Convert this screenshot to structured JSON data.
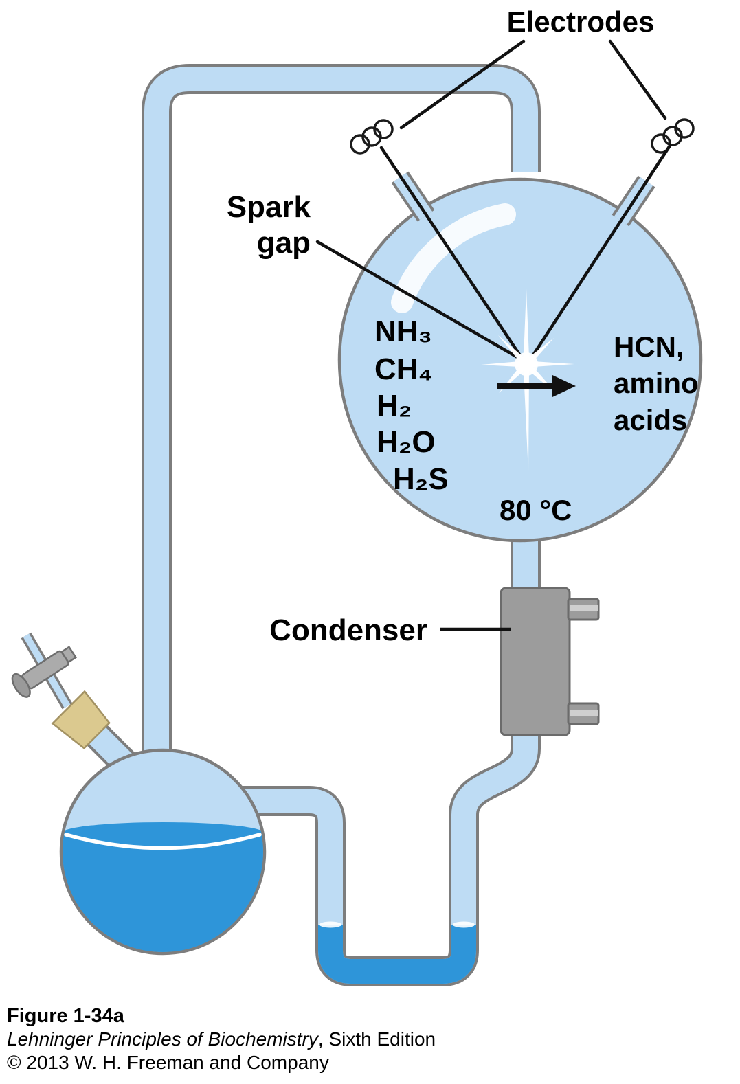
{
  "labels": {
    "electrodes": "Electrodes",
    "spark_gap_line1": "Spark",
    "spark_gap_line2": "gap",
    "condenser": "Condenser",
    "temperature": "80 °C",
    "gases": [
      "NH₃",
      "CH₄",
      "H₂",
      "H₂O",
      "H₂S"
    ],
    "products": [
      "HCN,",
      "amino",
      "acids"
    ]
  },
  "caption": {
    "figure_number": "Figure 1-34a",
    "book_title": "Lehninger Principles of Biochemistry",
    "edition": ", Sixth Edition",
    "copyright": "© 2013 W. H. Freeman and Company"
  },
  "colors": {
    "glass_fill": "#bedcf4",
    "glass_outline": "#7d7d7d",
    "liquid_blue": "#2e95d9",
    "condenser_gray": "#9c9c9c",
    "stopper_tan": "#dbc98f",
    "wire_black": "#111111"
  }
}
